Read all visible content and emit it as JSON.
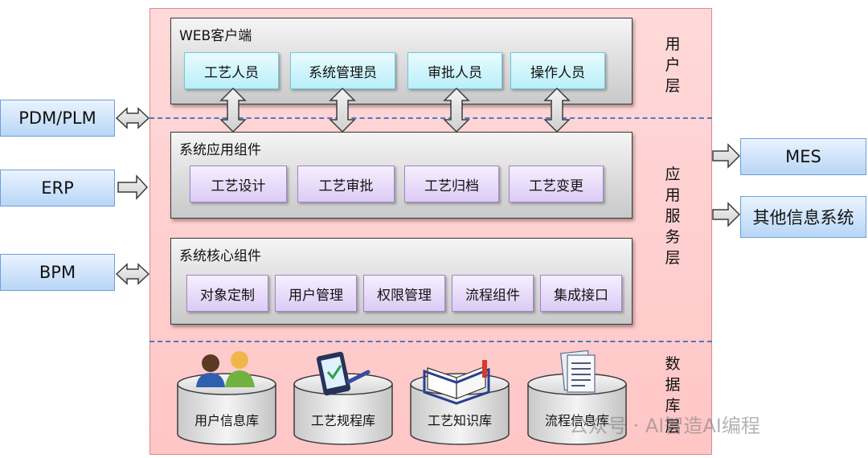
{
  "user_layer": {
    "group_title": "WEB客户端",
    "roles": [
      "工艺人员",
      "系统管理员",
      "审批人员",
      "操作人员"
    ],
    "label": "用户层"
  },
  "app_layer": {
    "app_group_title": "系统应用组件",
    "app_components": [
      "工艺设计",
      "工艺审批",
      "工艺归档",
      "工艺变更"
    ],
    "core_group_title": "系统核心组件",
    "core_components": [
      "对象定制",
      "用户管理",
      "权限管理",
      "流程组件",
      "集成接口"
    ],
    "label": "应用服务层"
  },
  "data_layer": {
    "databases": [
      "用户信息库",
      "工艺规程库",
      "工艺知识库",
      "流程信息库"
    ],
    "label": "数据库层"
  },
  "external_left": [
    "PDM/PLM",
    "ERP",
    "BPM"
  ],
  "external_right": [
    "MES",
    "其他信息系统"
  ],
  "watermark": "公众号 · AI智造AI编程",
  "colors": {
    "panel": "#ffd0d0",
    "divider": "#4a79c9",
    "cyan": "#b9eff8",
    "purple": "#dccbf4",
    "external": "#b8d6f6"
  }
}
